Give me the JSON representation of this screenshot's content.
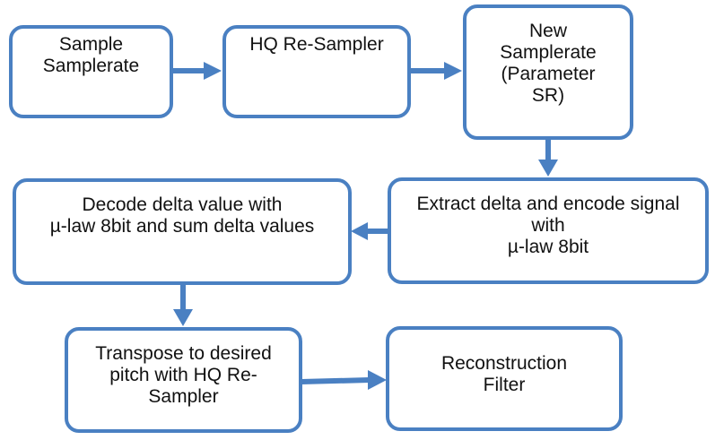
{
  "diagram": {
    "nodes": [
      {
        "id": "sample-samplerate",
        "label": "Sample\nSamplerate"
      },
      {
        "id": "hq-resampler",
        "label": "HQ Re-Sampler"
      },
      {
        "id": "new-samplerate",
        "label": "New\nSamplerate\n(Parameter\nSR)"
      },
      {
        "id": "extract-delta",
        "label": "Extract delta and encode signal\nwith\nµ-law 8bit"
      },
      {
        "id": "decode-delta",
        "label": "Decode delta value with\nµ-law 8bit and sum delta values"
      },
      {
        "id": "transpose",
        "label": "Transpose to desired\npitch with HQ Re-\nSampler"
      },
      {
        "id": "reconstruction-filter",
        "label": "Reconstruction\nFilter"
      }
    ],
    "edges": [
      {
        "from": "sample-samplerate",
        "to": "hq-resampler"
      },
      {
        "from": "hq-resampler",
        "to": "new-samplerate"
      },
      {
        "from": "new-samplerate",
        "to": "extract-delta"
      },
      {
        "from": "extract-delta",
        "to": "decode-delta"
      },
      {
        "from": "decode-delta",
        "to": "transpose"
      },
      {
        "from": "transpose",
        "to": "reconstruction-filter"
      }
    ],
    "colors": {
      "border": "#4a80c2",
      "arrow": "#4a80c2",
      "text": "#111111",
      "background": "#ffffff"
    }
  }
}
